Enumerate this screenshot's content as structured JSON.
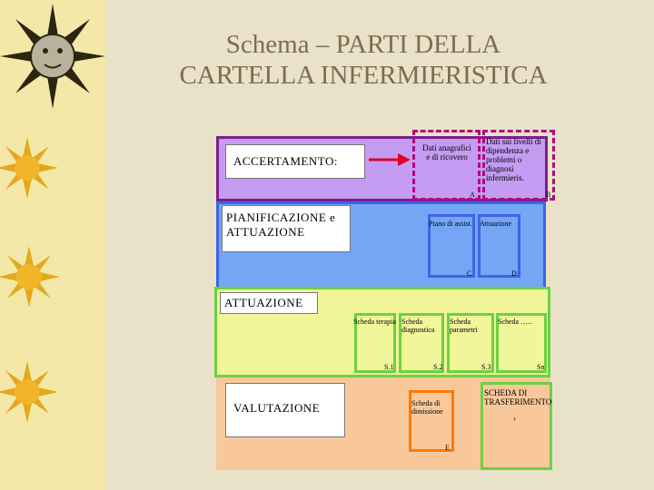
{
  "title": {
    "line1": "Schema – PARTI DELLA",
    "line2": "CARTELLA INFERMIERISTICA"
  },
  "colors": {
    "accertamento": "#c49cf2",
    "pianificazione": "#75a6f5",
    "attuazione": "#f1f69a",
    "valutazione": "#f9c89a",
    "purple_border": "#7c1f88",
    "blue_border": "#3d65e6",
    "green_border": "#6cd142",
    "orange_border": "#ff7a00",
    "dashed": "#b00a80",
    "arrow": "#e0002a"
  },
  "sections": {
    "accertamento": "ACCERTAMENTO:",
    "pianificazione": [
      "PIANIFICAZIONE e",
      "ATTUAZIONE"
    ],
    "attuazione": "ATTUAZIONE",
    "valutazione": "VALUTAZIONE"
  },
  "boxes": {
    "a": {
      "text": [
        "Dati anagrafici",
        "e di ricovero"
      ],
      "letter": "A"
    },
    "b": {
      "text": [
        "Dati sui livelli di",
        "dipendenza e",
        "problemi o",
        "diagnosi",
        "infermieris."
      ],
      "letter": "B"
    },
    "c": {
      "text": "Piano di assist.",
      "letter": "C"
    },
    "d": {
      "text": "Attuazione",
      "letter": "D"
    },
    "s1": {
      "text": "Scheda terapia",
      "letter": "S.1"
    },
    "s2": {
      "text": [
        "Scheda",
        "diagnostica"
      ],
      "letter": "S.2"
    },
    "s3": {
      "text": [
        "Scheda",
        "parametri"
      ],
      "letter": "S.3"
    },
    "sn": {
      "text": "Scheda …..",
      "letter": "Sn"
    },
    "e": {
      "text": [
        "Scheda di",
        "dimissione"
      ],
      "letter": "E"
    },
    "trasf": {
      "text": [
        "SCHEDA DI",
        "TRASFERIMENTO"
      ],
      "mark": "›"
    }
  }
}
